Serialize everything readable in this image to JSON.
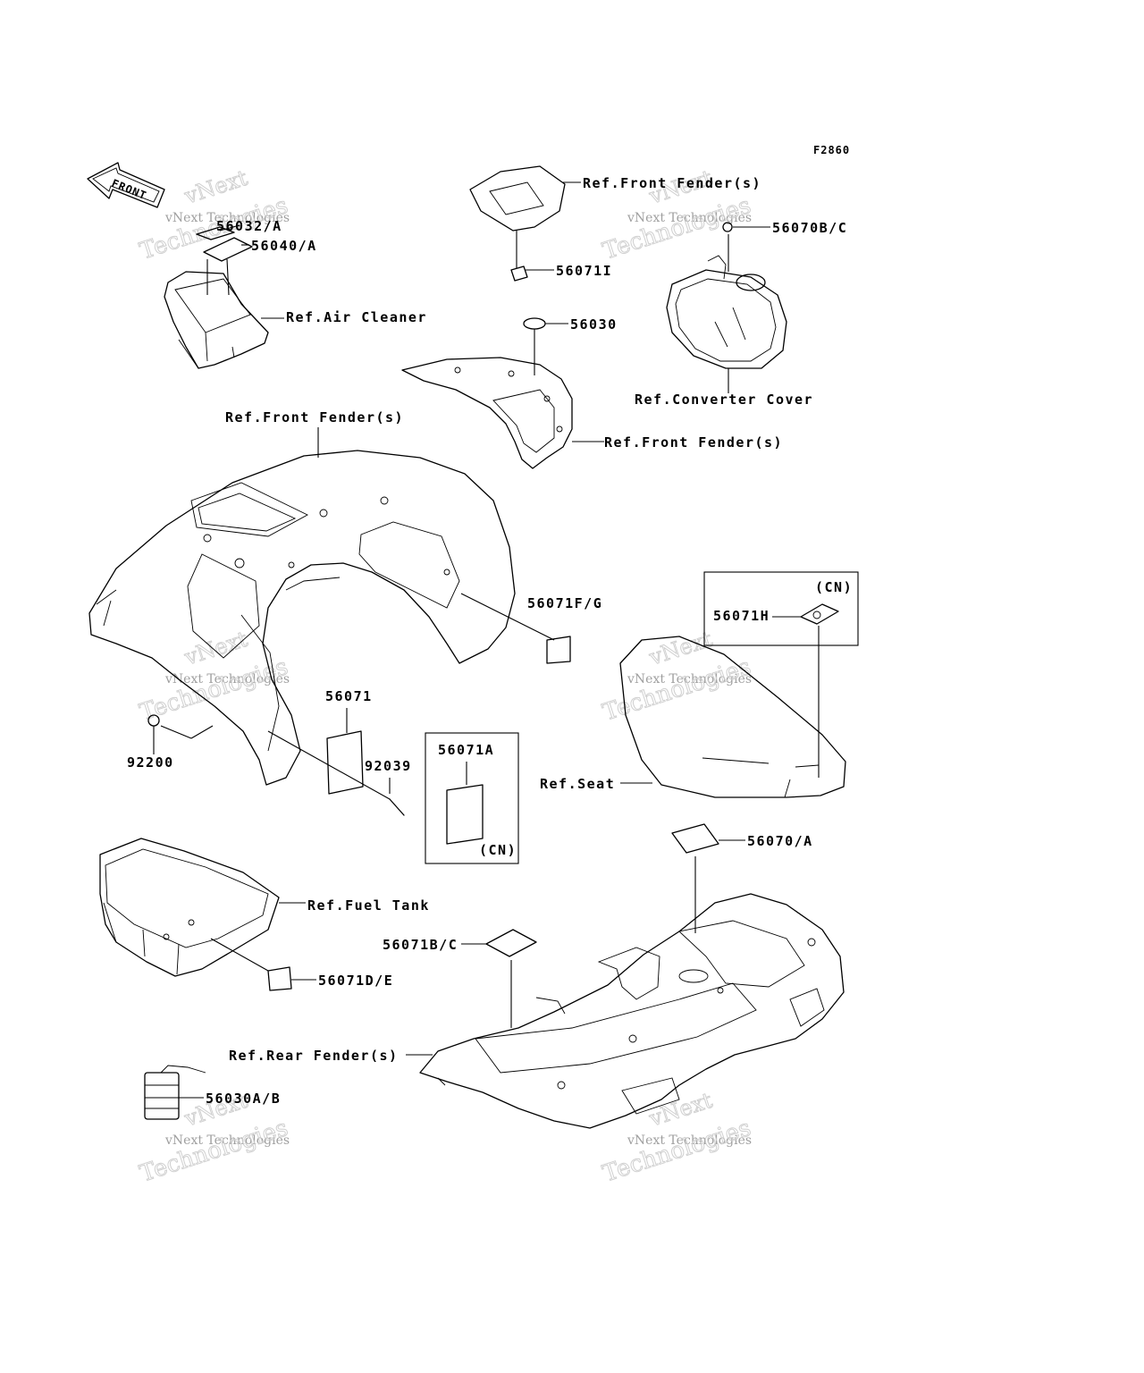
{
  "figure_code": "F2860",
  "front_arrow_label": "FRONT",
  "watermark": {
    "line1": "vNext",
    "line2": "vNext Technologies",
    "line3": "Technologies"
  },
  "callouts": {
    "c56032": "56032/A",
    "c56040": "56040/A",
    "air_cleaner": "Ref.Air Cleaner",
    "front_fender_top": "Ref.Front Fender(s)",
    "c56071I": "56071I",
    "c56070bc": "56070B/C",
    "c56030": "56030",
    "converter_cover": "Ref.Converter Cover",
    "front_fender_right": "Ref.Front Fender(s)",
    "front_fender_main": "Ref.Front Fender(s)",
    "c56071fg": "56071F/G",
    "cn1": "(CN)",
    "c56071h": "56071H",
    "c56071": "56071",
    "c92039": "92039",
    "c56071a": "56071A",
    "cn2": "(CN)",
    "c92200": "92200",
    "seat": "Ref.Seat",
    "c56070a": "56070/A",
    "fuel_tank": "Ref.Fuel Tank",
    "c56071bc": "56071B/C",
    "c56071de": "56071D/E",
    "rear_fender": "Ref.Rear Fender(s)",
    "c56030ab": "56030A/B"
  }
}
